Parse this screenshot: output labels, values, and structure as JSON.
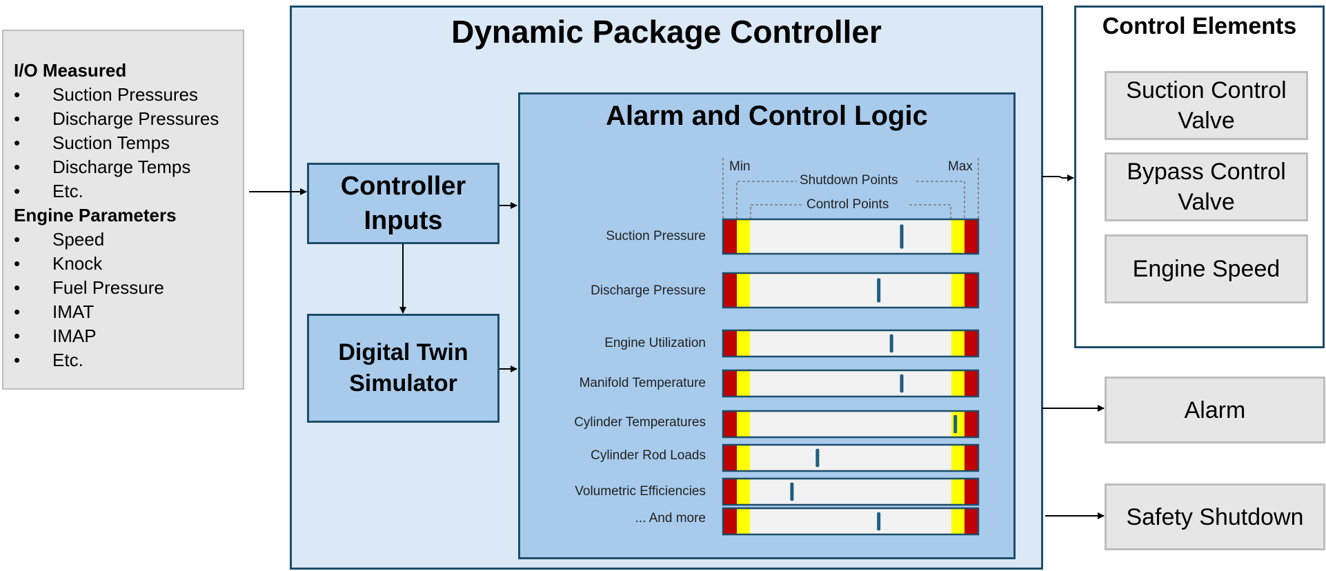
{
  "title": "Dynamic Package Controller",
  "io_panel": {
    "sections": [
      {
        "heading": "I/O Measured",
        "items": [
          "Suction Pressures",
          "Discharge Pressures",
          "Suction Temps",
          "Discharge Temps",
          "Etc."
        ]
      },
      {
        "heading": "Engine Parameters",
        "items": [
          "Speed",
          "Knock",
          "Fuel Pressure",
          "IMAT",
          "IMAP",
          "Etc."
        ]
      }
    ],
    "bullet": "•"
  },
  "controller_inputs": "Controller Inputs",
  "digital_twin": "Digital Twin Simulator",
  "alarm_logic": {
    "title": "Alarm and Control Logic",
    "min_label": "Min",
    "max_label": "Max",
    "shutdown_label": "Shutdown Points",
    "control_label": "Control Points",
    "gauges": [
      {
        "label": "Suction Pressure",
        "level": 0.7
      },
      {
        "label": "Discharge Pressure",
        "level": 0.61
      },
      {
        "label": "Engine Utilization",
        "level": 0.66
      },
      {
        "label": "Manifold Temperature",
        "level": 0.7
      },
      {
        "label": "Cylinder Temperatures",
        "level": 0.91
      },
      {
        "label": "Cylinder Rod Loads",
        "level": 0.37
      },
      {
        "label": "Volumetric Efficiencies",
        "level": 0.27
      },
      {
        "label": "... And more",
        "level": 0.61
      }
    ]
  },
  "control_elements": {
    "title": "Control Elements",
    "items": [
      "Suction Control Valve",
      "Bypass Control Valve",
      "Engine Speed"
    ]
  },
  "alarm": "Alarm",
  "safety_shutdown": "Safety Shutdown",
  "colors": {
    "shutdown_zone": "#c00000",
    "control_zone": "#ffff00",
    "gauge_bg": "#f2f2f2",
    "indicator": "#1c5f80",
    "border_dark": "#1c4d6b"
  }
}
